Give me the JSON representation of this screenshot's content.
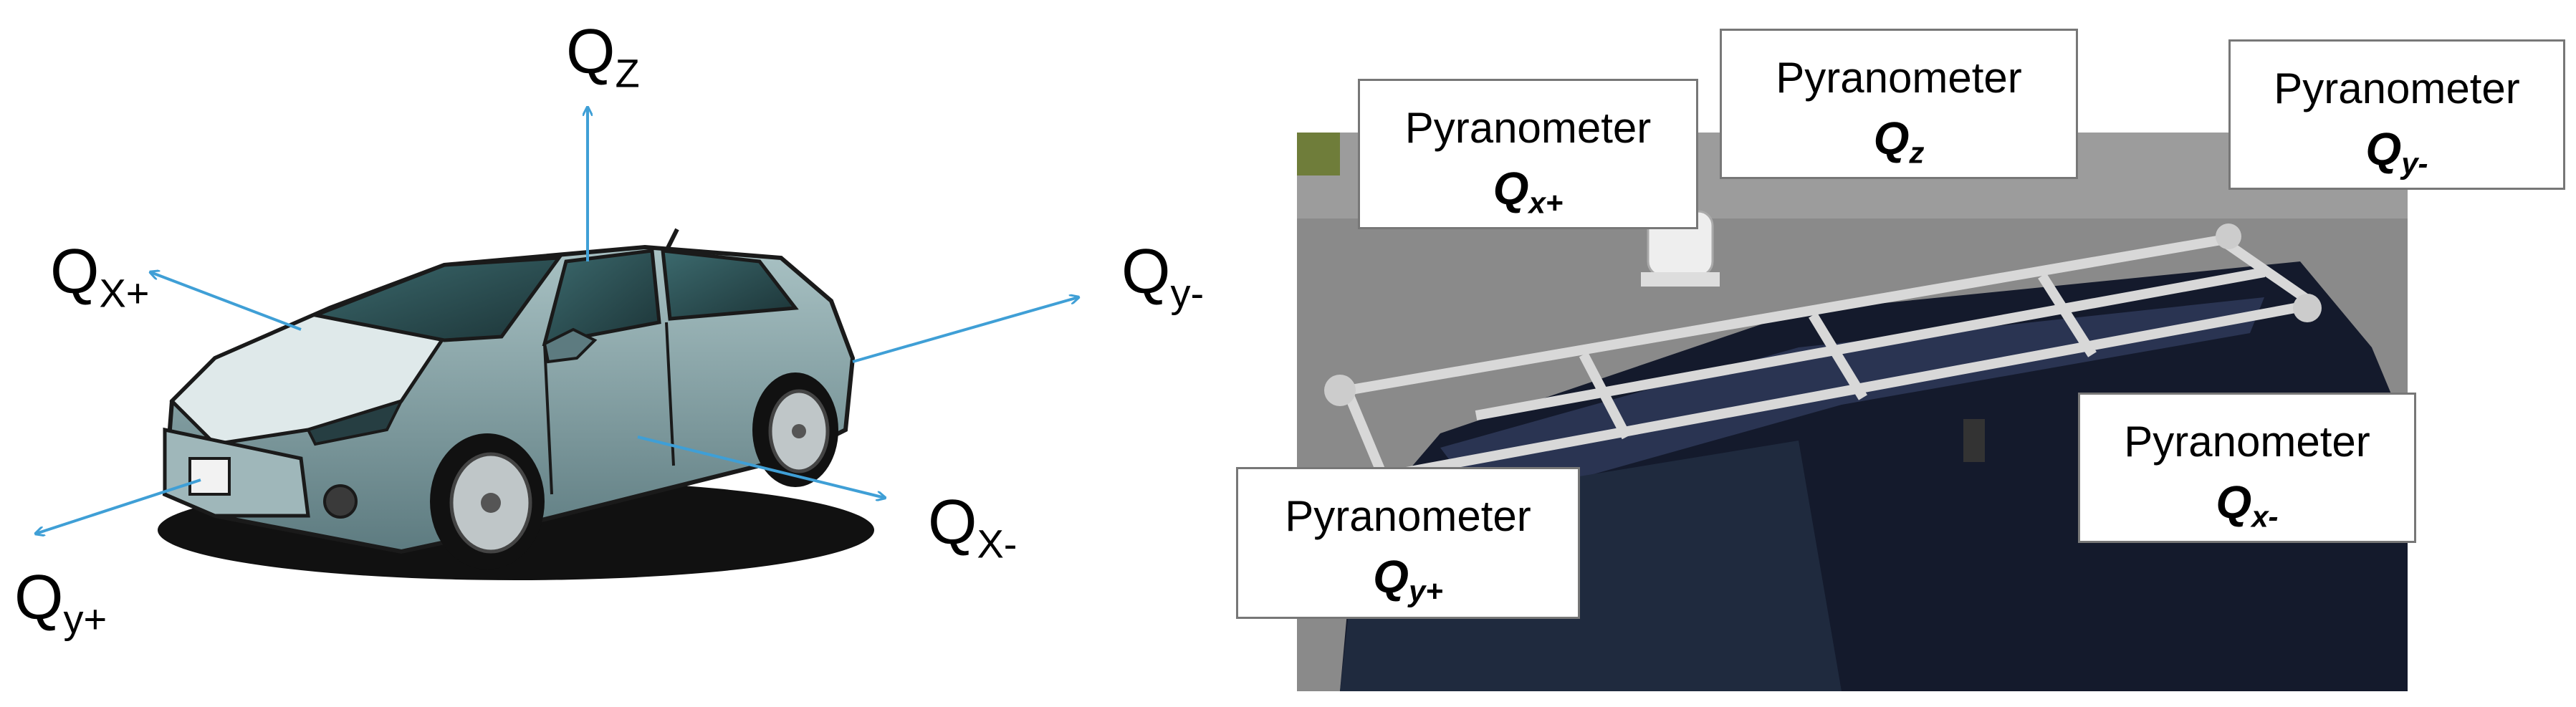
{
  "left_diagram": {
    "axes": [
      {
        "id": "qz",
        "symbol": "Q",
        "sub": "Z"
      },
      {
        "id": "qxplus",
        "symbol": "Q",
        "sub": "X+"
      },
      {
        "id": "qyminus",
        "symbol": "Q",
        "sub": "y-"
      },
      {
        "id": "qxminus",
        "symbol": "Q",
        "sub": "X-"
      },
      {
        "id": "qyplus",
        "symbol": "Q",
        "sub": "y+"
      }
    ],
    "arrow_color": "#3f9fd6",
    "car_body_color": "#7c9a9e"
  },
  "right_photo": {
    "labels": [
      {
        "id": "xplus",
        "title": "Pyranometer",
        "symbol": "Q",
        "sub": "x+"
      },
      {
        "id": "z",
        "title": "Pyranometer",
        "symbol": "Q",
        "sub": "z"
      },
      {
        "id": "yminus",
        "title": "Pyranometer",
        "symbol": "Q",
        "sub": "y-"
      },
      {
        "id": "xminus",
        "title": "Pyranometer",
        "symbol": "Q",
        "sub": "x-"
      },
      {
        "id": "yplus",
        "title": "Pyranometer",
        "symbol": "Q",
        "sub": "y+"
      }
    ],
    "pavement_color": "#8a8a8a",
    "vehicle_color": "#141a2c",
    "rack_color": "#d8d8d8"
  }
}
